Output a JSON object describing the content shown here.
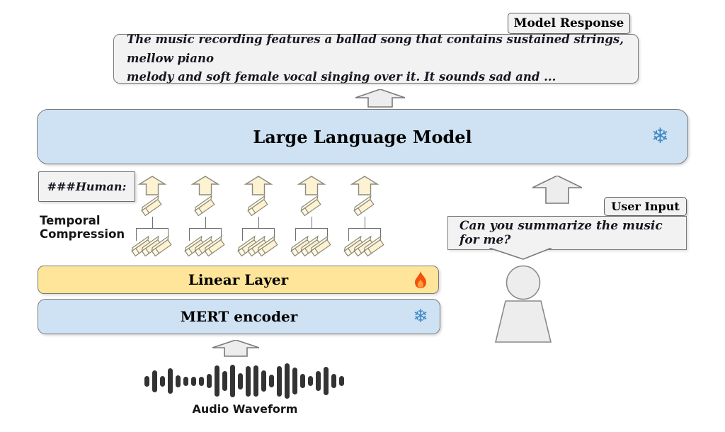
{
  "palette": {
    "frozen_box_fill": "#cfe2f3",
    "trainable_box_fill": "#ffe599",
    "token_fill": "#fdf2d2",
    "panel_fill": "#f2f2f2",
    "border_gray": "#7a7a7a",
    "snowflake_blue": "#3f87c5",
    "fire_orange": "#f4500c",
    "waveform_dark": "#333333"
  },
  "icons": {
    "snowflake_glyph": "❄"
  },
  "model_response": {
    "tab_label": "Model Response",
    "line1": "The music recording features a ballad song that contains sustained strings, mellow piano",
    "line2": "melody and soft female vocal singing over it. It sounds sad and ..."
  },
  "llm": {
    "label": "Large Language Model",
    "status_icon": "snowflake-frozen"
  },
  "human_tag": {
    "label": "###Human:"
  },
  "temporal_compression": {
    "line1": "Temporal",
    "line2": "Compression",
    "group_count": 5
  },
  "linear_layer": {
    "label": "Linear Layer",
    "status_icon": "fire-trainable"
  },
  "mert": {
    "label": "MERT encoder",
    "status_icon": "snowflake-frozen"
  },
  "audio": {
    "label": "Audio Waveform",
    "bars": [
      0.3,
      0.62,
      0.3,
      0.72,
      0.34,
      0.25,
      0.25,
      0.25,
      0.4,
      0.88,
      0.55,
      0.92,
      0.45,
      0.85,
      0.88,
      0.6,
      0.35,
      0.85,
      1.0,
      0.75,
      0.4,
      0.28,
      0.55,
      0.8,
      0.4,
      0.28
    ]
  },
  "user": {
    "tab_label": "User Input",
    "question": "Can you summarize the music for me?"
  }
}
